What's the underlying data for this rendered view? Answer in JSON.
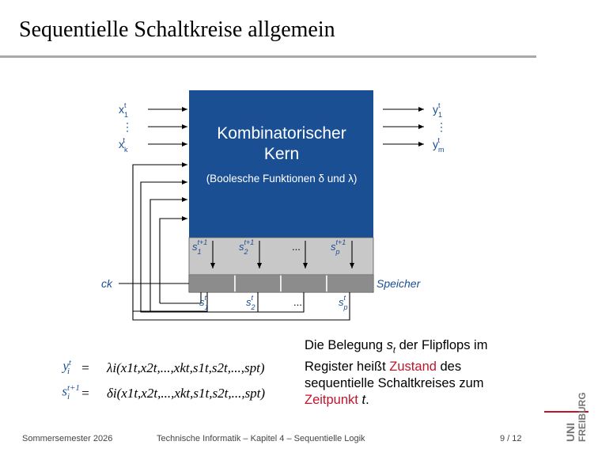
{
  "slide": {
    "title": "Sequentielle Schaltkreise allgemein"
  },
  "diagram": {
    "core_title_1": "Kombinatorischer",
    "core_title_2": "Kern",
    "core_subtitle": "(Boolesche Funktionen δ und λ)",
    "inputs": [
      "x",
      "x"
    ],
    "input_first_sub": "1",
    "input_last_sub": "k",
    "outputs": [
      "y",
      "y"
    ],
    "output_first_sub": "1",
    "output_last_sub": "m",
    "sup_t": "t",
    "dots_vertical": "⋮",
    "state_next": [
      "s",
      "s",
      "s"
    ],
    "state_next_subs": [
      "1",
      "2",
      "p"
    ],
    "state_next_sup": "t+1",
    "state_cur_subs": [
      "1",
      "2",
      "p"
    ],
    "ellipsis": "...",
    "clock_label": "ck",
    "memory_label": "Speicher"
  },
  "equations": {
    "eq1_lhs": "y",
    "eq1_lhs_sub": "i",
    "eq1_lhs_sup": "t",
    "eq1_eq": "=",
    "eq1_rhs": "λi(x1t,x2t,...,xkt,s1t,s2t,...,spt)",
    "eq2_lhs": "s",
    "eq2_lhs_sub": "i",
    "eq2_lhs_sup": "t+1",
    "eq2_eq": "=",
    "eq2_rhs": "δi(x1t,x2t,...,xkt,s1t,s2t,...,spt)"
  },
  "description": {
    "part1": "Die Belegung ",
    "var": "s",
    "var_sub": "t",
    "part2": " der Flipflops im Register heißt ",
    "highlight1": "Zustand",
    "part3": " des sequentielle Schaltkreises zum ",
    "highlight2": "Zeitpunkt",
    "part4": " ",
    "var2": "t",
    "part5": "."
  },
  "footer": {
    "left": "Sommersemester 2026",
    "center": "Technische Informatik – Kapitel 4 – Sequentielle Logik",
    "right": "9 / 12"
  },
  "logo": {
    "line1": "UNI",
    "line2": "FREIBURG"
  },
  "colors": {
    "core_blue": "#1a4f94",
    "state_gray": "#c8c8c8",
    "register_gray": "#8c8c8c",
    "highlight_red": "#c0152b"
  }
}
